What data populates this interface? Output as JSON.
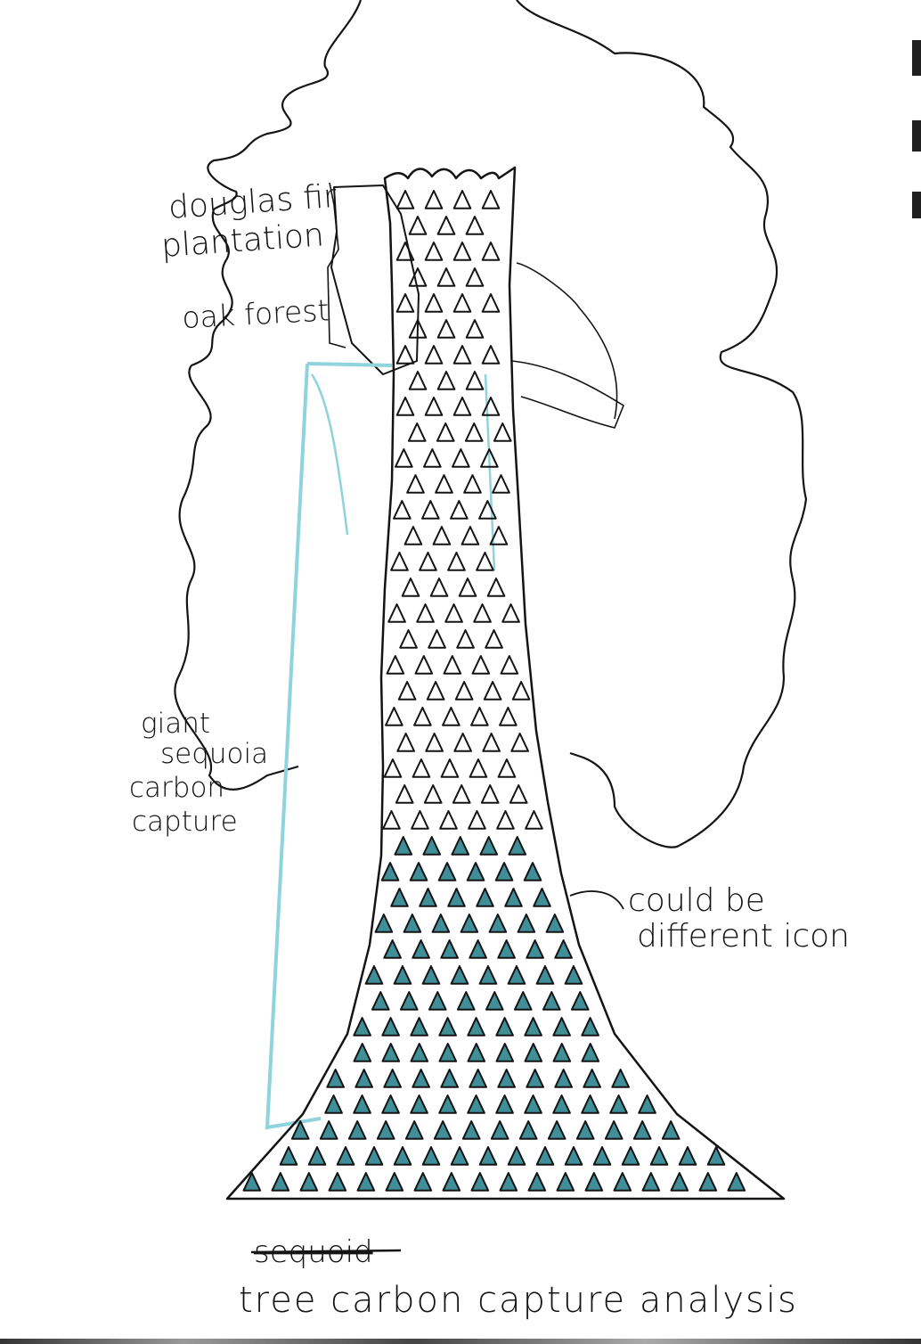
{
  "labels": {
    "douglas_line1": "douglas fir",
    "douglas_line2": "plantation",
    "oak": "oak forest",
    "sequoia_line1": "giant",
    "sequoia_line2": "sequoia",
    "sequoia_line3": "carbon",
    "sequoia_line4": "capture",
    "icon_note_line1": "could be",
    "icon_note_line2": "different icon",
    "struck_word": "sequoid",
    "title": "tree carbon capture analysis"
  },
  "colors": {
    "ink": "#141414",
    "accent": "#8fd3dc",
    "fill": "#3f8e98"
  },
  "icons": {
    "unit_marker": "triangle-outline-icon",
    "filled_marker": "triangle-filled-icon"
  }
}
